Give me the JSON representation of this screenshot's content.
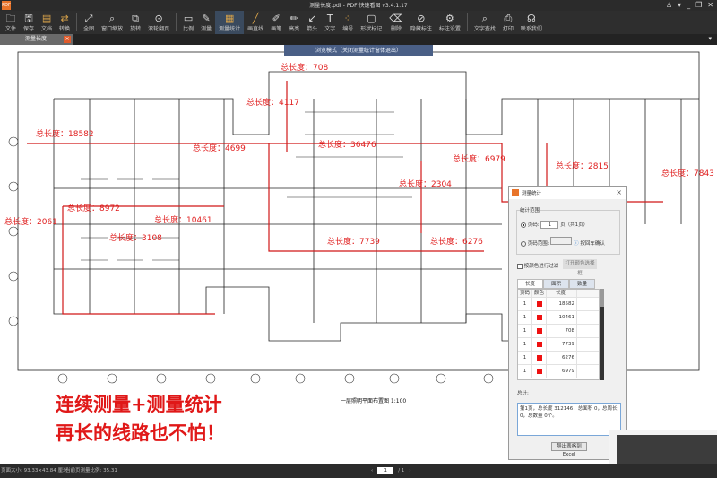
{
  "app": {
    "title": "测量长度.pdf - PDF 快速看图 v3.4.1.17",
    "logo": "PDF"
  },
  "window_controls": [
    "skin-icon",
    "menu-icon",
    "minimize-icon",
    "restore-icon",
    "close-icon"
  ],
  "toolbar": [
    {
      "label": "文件",
      "icon": "folder-icon"
    },
    {
      "label": "保存",
      "icon": "save-icon"
    },
    {
      "label": "文档",
      "icon": "document-icon"
    },
    {
      "label": "转换",
      "icon": "convert-icon"
    },
    {
      "label": "全图",
      "icon": "fullview-icon"
    },
    {
      "label": "窗口缩放",
      "icon": "zoom-window-icon"
    },
    {
      "label": "旋转",
      "icon": "rotate-icon"
    },
    {
      "label": "滚轮翻页",
      "icon": "mouse-icon"
    },
    {
      "label": "比例",
      "icon": "scale-icon"
    },
    {
      "label": "测量",
      "icon": "measure-icon"
    },
    {
      "label": "测量统计",
      "icon": "measure-stats-icon",
      "active": true
    },
    {
      "label": "画直线",
      "icon": "line-icon"
    },
    {
      "label": "画笔",
      "icon": "pen-icon"
    },
    {
      "label": "高亮",
      "icon": "highlight-icon"
    },
    {
      "label": "箭头",
      "icon": "arrow-icon"
    },
    {
      "label": "文字",
      "icon": "text-icon"
    },
    {
      "label": "编号",
      "icon": "number-icon"
    },
    {
      "label": "形状标记",
      "icon": "shape-icon"
    },
    {
      "label": "删除",
      "icon": "eraser-icon"
    },
    {
      "label": "隐藏标注",
      "icon": "hide-icon"
    },
    {
      "label": "标注设置",
      "icon": "annotation-settings-icon"
    },
    {
      "label": "文字查找",
      "icon": "search-icon"
    },
    {
      "label": "打印",
      "icon": "print-icon"
    },
    {
      "label": "联系我们",
      "icon": "headset-icon"
    }
  ],
  "tab": {
    "label": "测量长度"
  },
  "banner": "浏览模式（关闭测量统计窗体退出）",
  "labels": [
    "总长度：708",
    "总长度：4117",
    "总长度：18582",
    "总长度：4699",
    "总长度：36476",
    "总长度：6979",
    "总长度：2304",
    "总长度：2815",
    "总长度：7843",
    "总长度：8972",
    "总长度：10461",
    "总长度：2061",
    "总长度：3108",
    "总长度：7739",
    "总长度：6276"
  ],
  "promo": [
    "连续测量+测量统计",
    "再长的线路也不怕！"
  ],
  "drawing_caption": "一层照明平面布置图 1:100",
  "dialog": {
    "title": "测量统计",
    "group_label": "统计范围",
    "page_label": "页码:",
    "page_value": "1",
    "page_suffix": "页（共1页）",
    "range_label": "页码范围:",
    "range_hint": "按回车确认",
    "filter_label": "按颜色进行过滤",
    "open_color_button": "打开颜色选择框",
    "tabs": [
      "长度",
      "面积",
      "数量"
    ],
    "columns": [
      "页码",
      "颜色",
      "长度"
    ],
    "rows": [
      {
        "page": "1",
        "color": "#ee1111",
        "length": "18582"
      },
      {
        "page": "1",
        "color": "#ee1111",
        "length": "10461"
      },
      {
        "page": "1",
        "color": "#ee1111",
        "length": "708"
      },
      {
        "page": "1",
        "color": "#ee1111",
        "length": "7739"
      },
      {
        "page": "1",
        "color": "#ee1111",
        "length": "6276"
      },
      {
        "page": "1",
        "color": "#ee1111",
        "length": "6979"
      }
    ],
    "total_label": "总计:",
    "summary": "第1页，总长度 312146，总面积 0，总周长 0，总数量 0个。",
    "export_button": "导出表格到Excel"
  },
  "status": {
    "page_size": "页面大小: 93.33×43.84 厘米",
    "scale": "当前页测量比例: 35.31",
    "current_page": "1",
    "total_pages": "/ 1"
  },
  "colors": {
    "accent": "#e8742a",
    "measure": "#e02020",
    "banner": "#4a5f86"
  }
}
